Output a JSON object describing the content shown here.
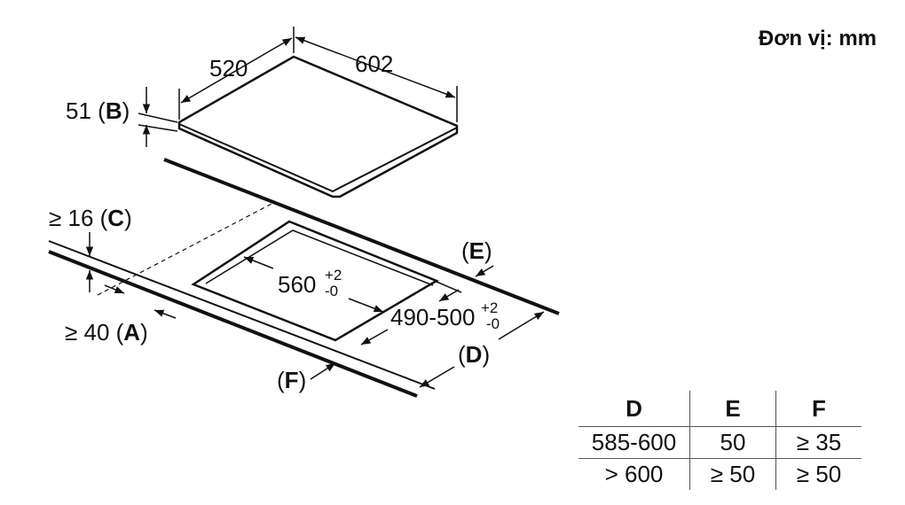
{
  "unit_label": "Đơn vị: mm",
  "hob": {
    "width": "602",
    "depth": "520",
    "height_value": "51",
    "height_letter": "B"
  },
  "cutout": {
    "width": "560",
    "width_tol_plus": "+2",
    "width_tol_minus": "-0",
    "depth": "490-500",
    "depth_tol_plus": "+2",
    "depth_tol_minus": "-0"
  },
  "clearances": {
    "c_prefix": "≥ 16 (",
    "c_letter": "C",
    "a_prefix": "≥ 40 (",
    "a_letter": "A",
    "close": ")",
    "open": "(",
    "e_letter": "E",
    "d_letter": "D",
    "f_letter": "F"
  },
  "table": {
    "headers": [
      "D",
      "E",
      "F"
    ],
    "rows": [
      [
        "585-600",
        "50",
        "≥ 35"
      ],
      [
        "> 600",
        "≥ 50",
        "≥ 50"
      ]
    ]
  }
}
